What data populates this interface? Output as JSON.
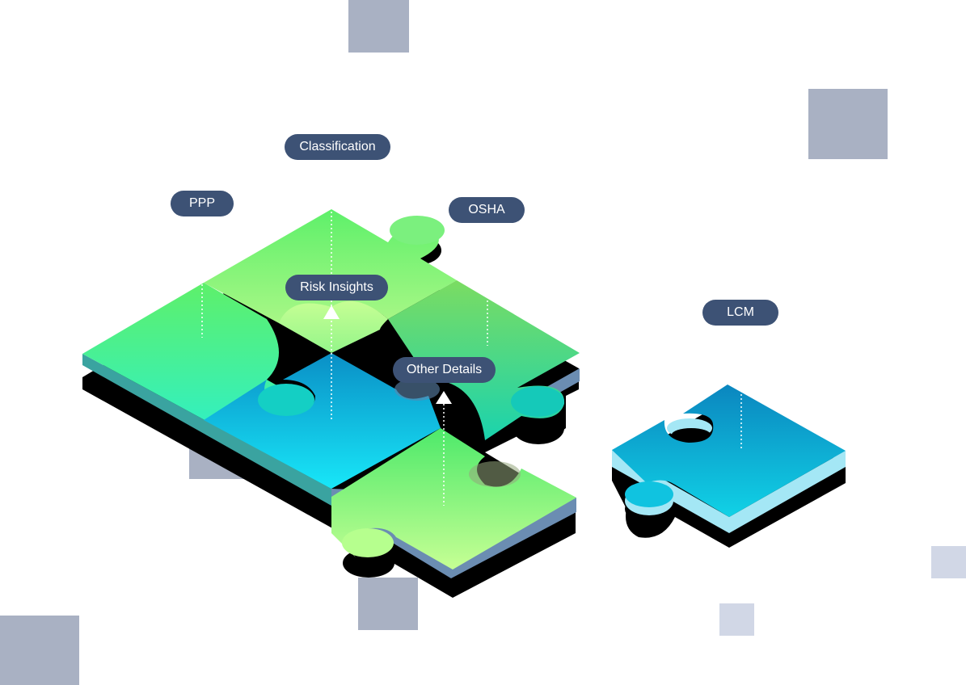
{
  "labels": {
    "classification": "Classification",
    "ppp": "PPP",
    "osha": "OSHA",
    "risk_insights": "Risk Insights",
    "other_details": "Other Details",
    "lcm": "LCM"
  },
  "colors": {
    "label_bg": "#3d5275",
    "square_dark": "#a9b1c3",
    "square_light": "#d1d7e6",
    "green": "#5ef06a",
    "light_green": "#c6ff94",
    "teal": "#14c9b4",
    "blue": "#0aa3d2",
    "cyan": "#1ff0ff",
    "edge": "#6b8db2",
    "shadow": "#000000"
  }
}
